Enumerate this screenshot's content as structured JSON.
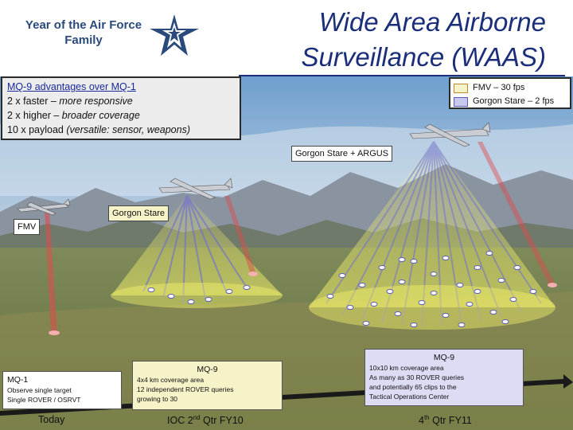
{
  "header": {
    "logo_line1": "Year of the Air Force",
    "logo_line2": "Family",
    "logo_icon": "air-force-symbol-icon",
    "title_line1": "Wide Area Airborne",
    "title_line2": "Surveillance (WAAS)"
  },
  "advantages": {
    "heading": "MQ-9 advantages over MQ-1",
    "rows": [
      {
        "lead": "2 x faster – ",
        "rest": "more responsive"
      },
      {
        "lead": "2 x higher – ",
        "rest": "broader coverage"
      },
      {
        "lead": "10 x payload ",
        "rest": "(versatile: sensor, weapons)"
      }
    ]
  },
  "legend": {
    "items": [
      {
        "label": "FMV – 30 fps",
        "color": "#f6f3c8",
        "border": "#c08a2a"
      },
      {
        "label": "Gorgon Stare – 2 fps",
        "color": "#c9c9f0",
        "border": "#5a5abf"
      }
    ]
  },
  "scene_labels": {
    "gorgon_argus": "Gorgon Stare + ARGUS",
    "gorgon": "Gorgon Stare",
    "fmv": "FMV"
  },
  "panels": {
    "mq1": {
      "title": "MQ-1",
      "line1": "Observe single target",
      "line2": "Single ROVER / OSRVT"
    },
    "mq9_a": {
      "title": "MQ-9",
      "line1": "4x4 km coverage area",
      "line2": "12 independent ROVER queries",
      "line3": "growing to 30"
    },
    "mq9_b": {
      "title": "MQ-9",
      "line1": "10x10 km coverage area",
      "line2": "As many as 30 ROVER queries",
      "line3": "and potentially 65 clips to the",
      "line4": "Tactical Operations Center"
    }
  },
  "timeline": {
    "today": "Today",
    "ioc_pre": "IOC 2",
    "ioc_sup": "nd",
    "ioc_post": " Qtr FY10",
    "q4_pre": "4",
    "q4_sup": "th",
    "q4_post": " Qtr FY11"
  },
  "colors": {
    "title": "#1a2e7a",
    "fmv_cone": "#f2f07a",
    "gorgon_beam": "#6a6ad8",
    "laser": "#e04a4a"
  }
}
